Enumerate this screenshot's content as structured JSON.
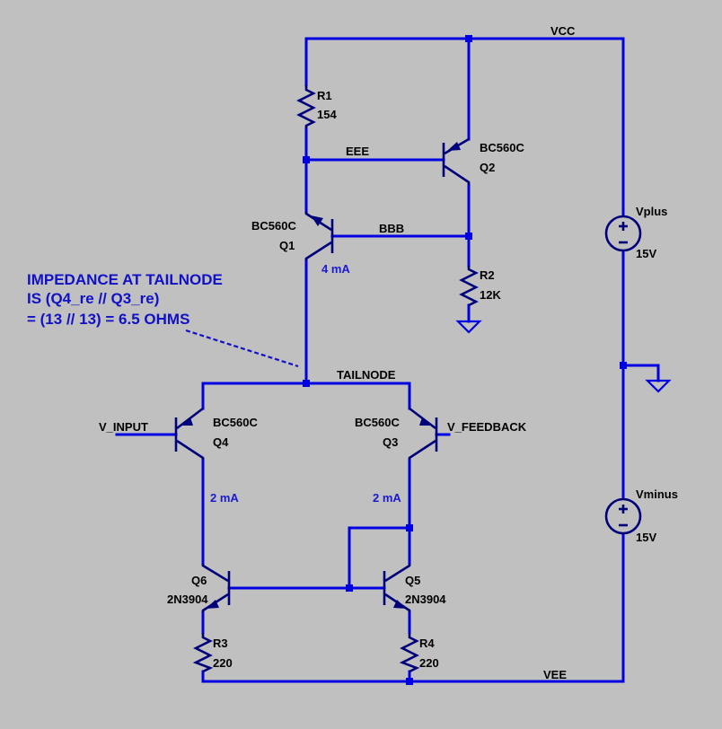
{
  "nets": {
    "vcc": "VCC",
    "vee": "VEE",
    "eee": "EEE",
    "bbb": "BBB",
    "tailnode": "TAILNODE",
    "v_input": "V_INPUT",
    "v_feedback": "V_FEEDBACK"
  },
  "components": {
    "r1": {
      "name": "R1",
      "value": "154"
    },
    "r2": {
      "name": "R2",
      "value": "12K"
    },
    "r3": {
      "name": "R3",
      "value": "220"
    },
    "r4": {
      "name": "R4",
      "value": "220"
    },
    "q1": {
      "name": "Q1",
      "model": "BC560C"
    },
    "q2": {
      "name": "Q2",
      "model": "BC560C"
    },
    "q3": {
      "name": "Q3",
      "model": "BC560C"
    },
    "q4": {
      "name": "Q4",
      "model": "BC560C"
    },
    "q5": {
      "name": "Q5",
      "model": "2N3904"
    },
    "q6": {
      "name": "Q6",
      "model": "2N3904"
    },
    "vplus": {
      "name": "Vplus",
      "value": "15V"
    },
    "vminus": {
      "name": "Vminus",
      "value": "15V"
    }
  },
  "currents": {
    "q1": "4 mA",
    "q4": "2 mA",
    "q3": "2 mA"
  },
  "note": {
    "line1": "IMPEDANCE AT TAILNODE",
    "line2": "IS  (Q4_re // Q3_re)",
    "line3": "= (13 // 13)  =  6.5 OHMS"
  },
  "colors": {
    "background": "#c0c0c0",
    "wire": "#0000e0",
    "device": "#00007a",
    "note": "#1010c8"
  }
}
